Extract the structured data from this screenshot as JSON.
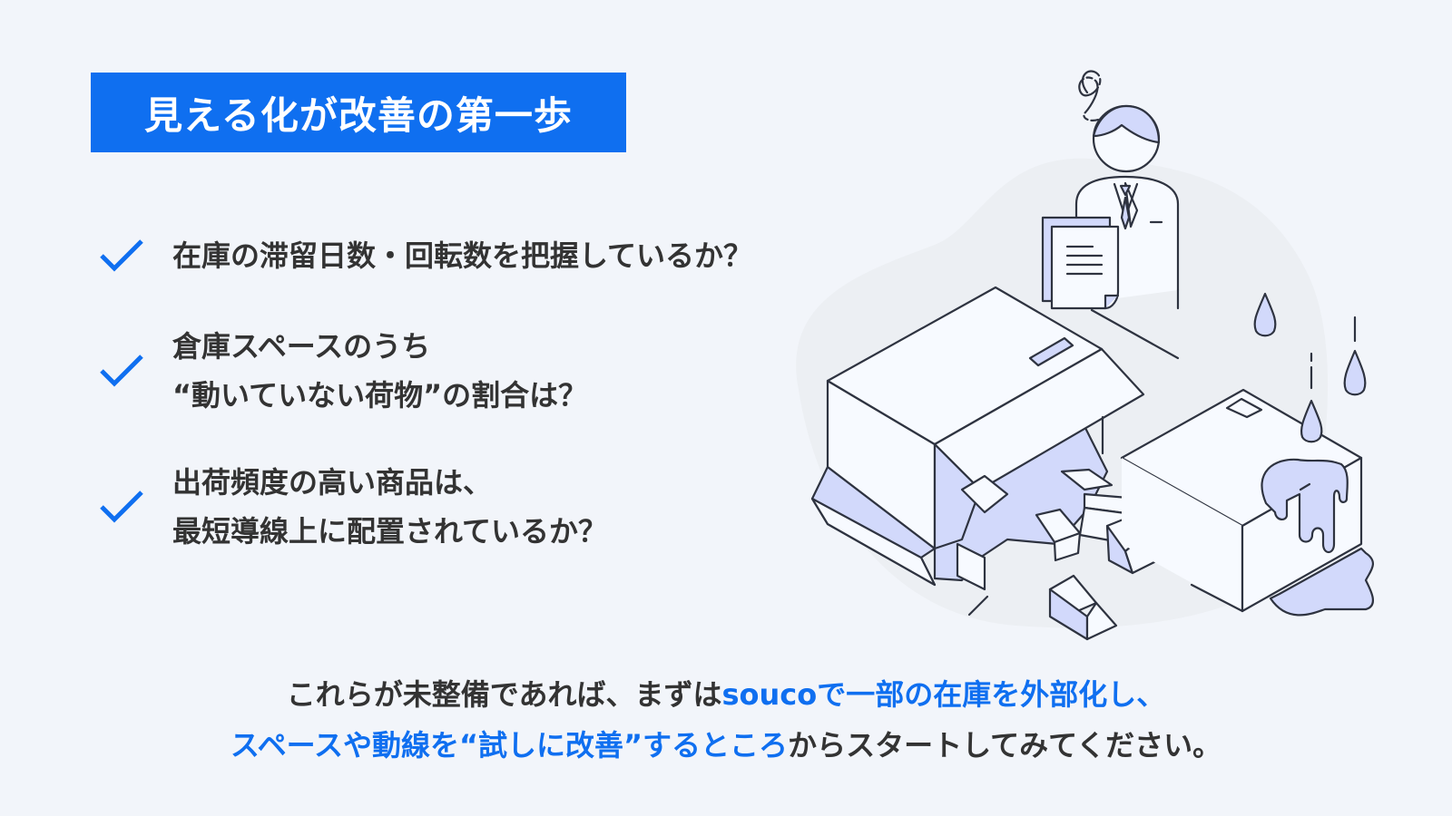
{
  "title": "見える化が改善の第一歩",
  "checklist": {
    "icon": "check-icon",
    "items": [
      {
        "lines": [
          "在庫の滞留日数・回転数を把握しているか？"
        ]
      },
      {
        "lines": [
          "倉庫スペースのうち",
          "“動いていない荷物”の割合は？"
        ]
      },
      {
        "lines": [
          "出荷頻度の高い商品は、",
          "最短導線上に配置されているか？"
        ]
      }
    ]
  },
  "footer": {
    "line1": {
      "part1": "これらが未整備であれば、まずは",
      "part2_highlight": "soucoで一部の在庫を外部化し、"
    },
    "line2": {
      "part1_highlight": "スペースや動線を“試しに改善”するところ",
      "part2": "からスタートしてみてください。"
    }
  },
  "colors": {
    "accent": "#0f6ff0",
    "text": "#333333",
    "background": "#f2f5fa",
    "illustration_fill": "#d2d9fb",
    "illustration_stroke": "#2e3340",
    "blob": "#eceff3"
  },
  "illustration": {
    "subject": "confused-worker-with-document-and-collapsed-leaking-boxes"
  }
}
